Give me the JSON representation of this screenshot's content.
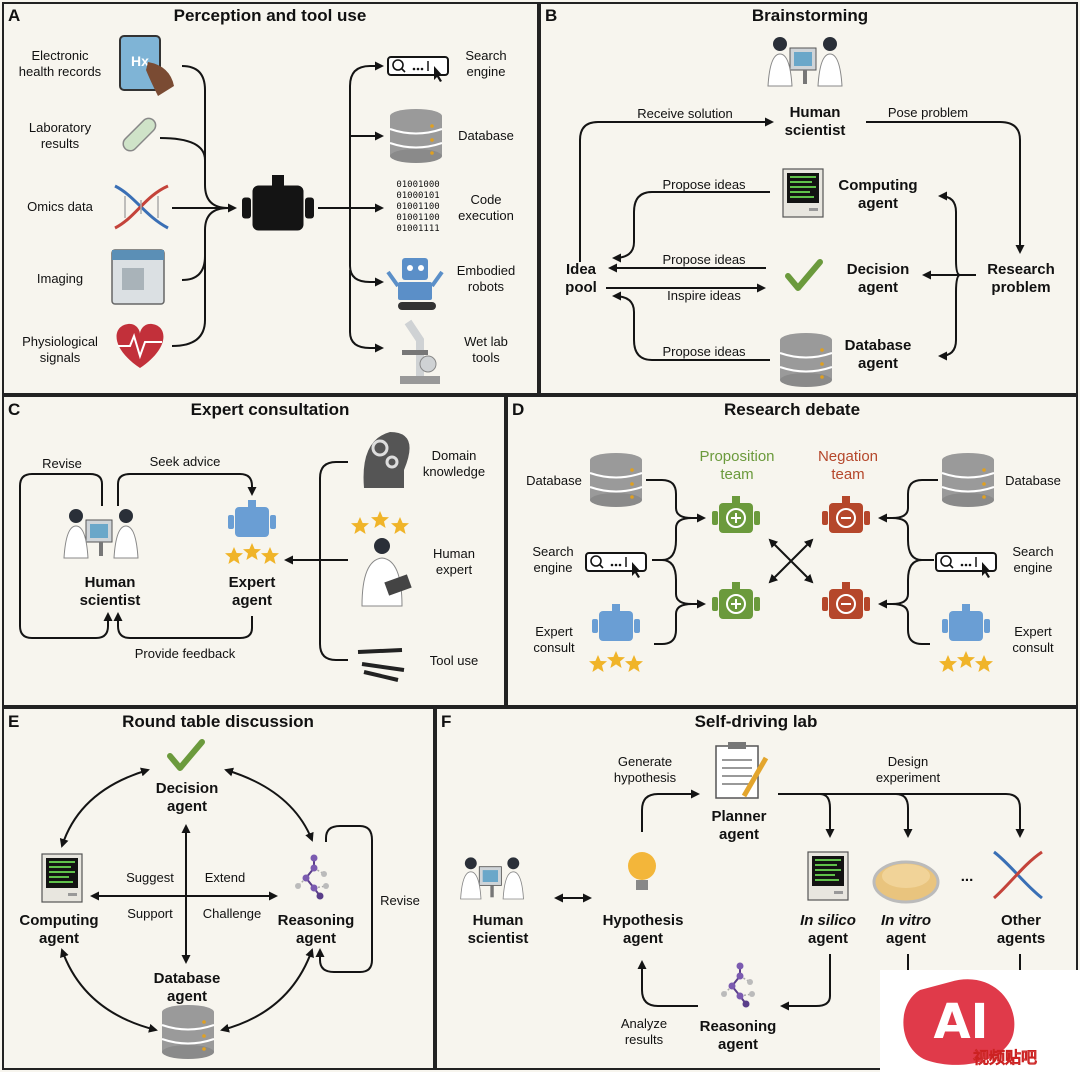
{
  "colors": {
    "green": "#6b9a3c",
    "red": "#b5472b",
    "blue": "#6a9ed4",
    "star": "#f0b429",
    "gray": "#8e8e8e",
    "dark": "#141414"
  },
  "panelA": {
    "letter": "A",
    "title": "Perception and tool use",
    "inputs": [
      "Electronic\nhealth records",
      "Laboratory\nresults",
      "Omics data",
      "Imaging",
      "Physiological\nsignals"
    ],
    "tools": [
      "Search\nengine",
      "Database",
      "Code\nexecution",
      "Embodied\nrobots",
      "Wet lab\ntools"
    ],
    "binary": "01001000\n01000101\n01001100\n01001100\n01001111",
    "ehr_glyph": "Hx"
  },
  "panelB": {
    "letter": "B",
    "title": "Brainstorming",
    "human": "Human\nscientist",
    "receive": "Receive solution",
    "pose": "Pose problem",
    "computing": "Computing\nagent",
    "decision": "Decision\nagent",
    "database": "Database\nagent",
    "idea_pool": "Idea\npool",
    "research_problem": "Research\nproblem",
    "propose1": "Propose ideas",
    "propose2": "Propose ideas",
    "inspire": "Inspire ideas",
    "propose3": "Propose ideas"
  },
  "panelC": {
    "letter": "C",
    "title": "Expert consultation",
    "revise": "Revise",
    "seek": "Seek advice",
    "human": "Human\nscientist",
    "expert": "Expert\nagent",
    "feedback": "Provide feedback",
    "domain": "Domain\nknowledge",
    "human_expert": "Human\nexpert",
    "tool_use": "Tool use"
  },
  "panelD": {
    "letter": "D",
    "title": "Research debate",
    "proposition": "Proposition\nteam",
    "negation": "Negation\nteam",
    "database_l": "Database",
    "search_l": "Search\nengine",
    "expert_l": "Expert\nconsult",
    "database_r": "Database",
    "search_r": "Search\nengine",
    "expert_r": "Expert\nconsult"
  },
  "panelE": {
    "letter": "E",
    "title": "Round table discussion",
    "decision": "Decision\nagent",
    "computing": "Computing\nagent",
    "reasoning": "Reasoning\nagent",
    "database": "Database\nagent",
    "suggest": "Suggest",
    "extend": "Extend",
    "support": "Support",
    "challenge": "Challenge",
    "revise": "Revise"
  },
  "panelF": {
    "letter": "F",
    "title": "Self-driving lab",
    "generate": "Generate\nhypothesis",
    "design": "Design\nexperiment",
    "planner": "Planner\nagent",
    "human": "Human\nscientist",
    "hypothesis": "Hypothesis\nagent",
    "insilico_a": "In silico",
    "insilico_b": "agent",
    "invitro_a": "In vitro",
    "invitro_b": "agent",
    "other": "Other\nagents",
    "dots": "...",
    "analyze": "Analyze\nresults",
    "reasoning": "Reasoning\nagent"
  },
  "watermark": {
    "big": "AI",
    "small": "视频贴吧"
  }
}
